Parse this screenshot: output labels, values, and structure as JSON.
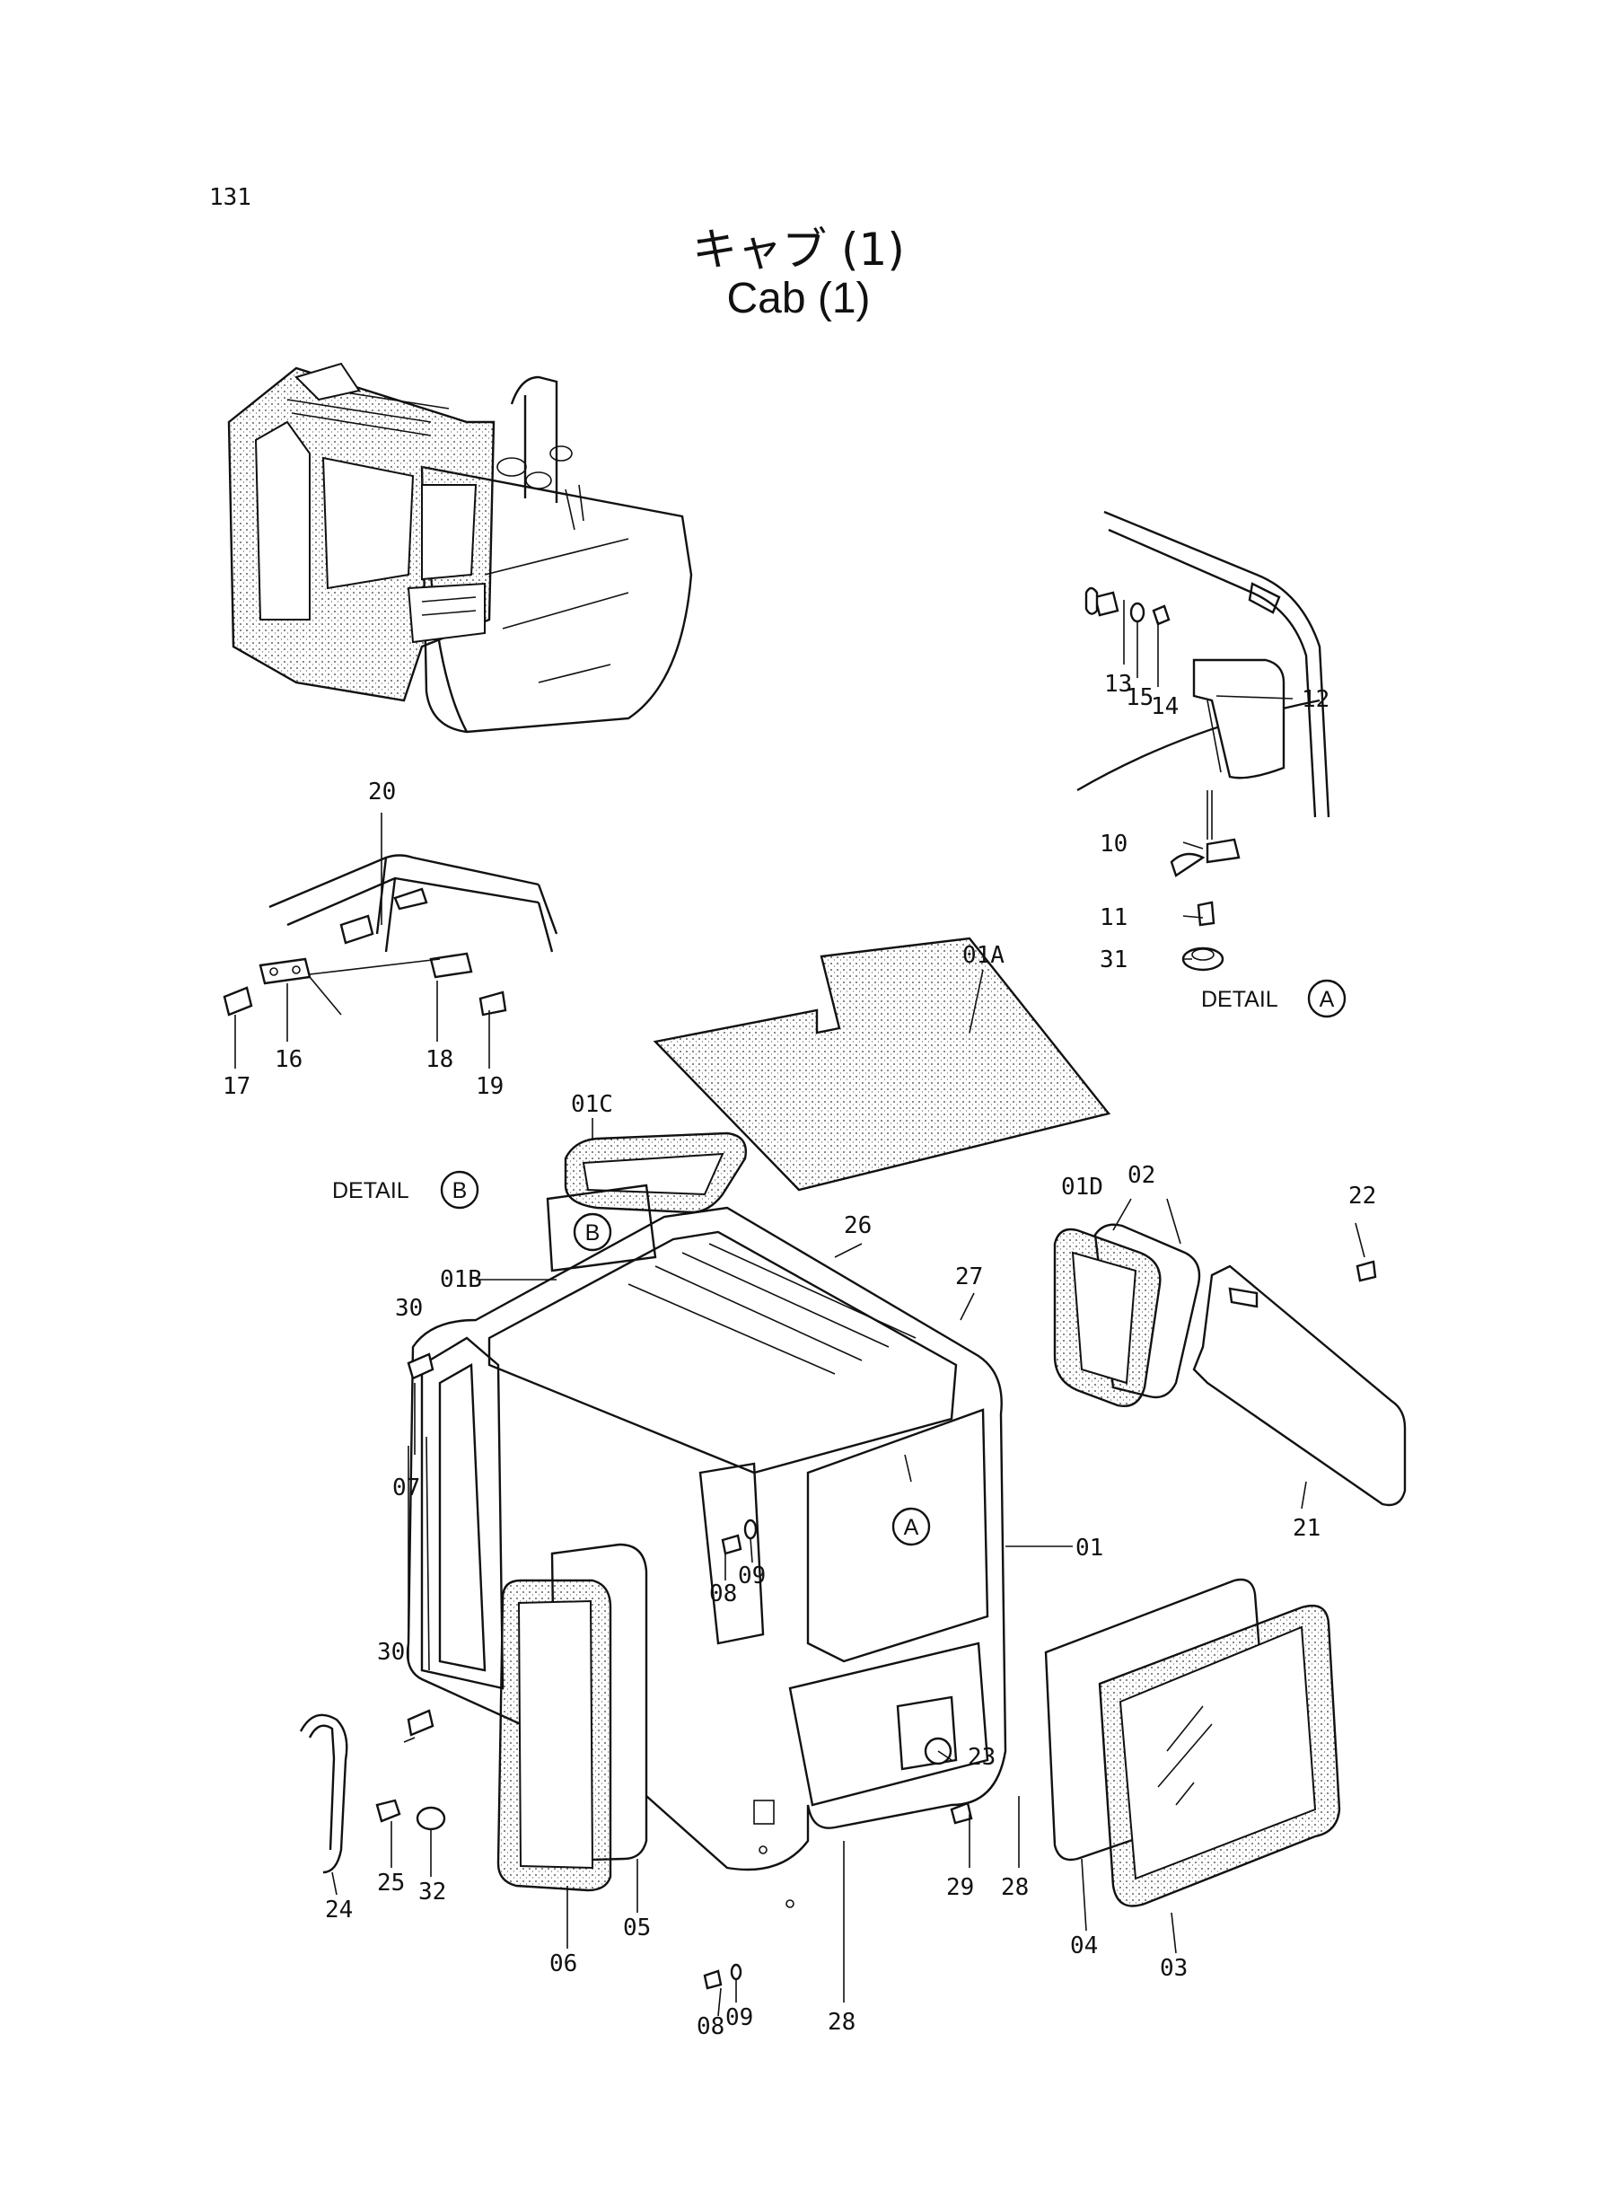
{
  "page_number": "131",
  "title_jp": "キャブ (1)",
  "title_en": "Cab (1)",
  "detail_a": {
    "label": "DETAIL",
    "letter": "A"
  },
  "detail_b": {
    "label": "DETAIL",
    "letter": "B"
  },
  "callouts": {
    "A": "A",
    "B": "B"
  },
  "parts": {
    "p01": "01",
    "p01A": "01A",
    "p01B": "01B",
    "p01C": "01C",
    "p01D": "01D",
    "p02": "02",
    "p03": "03",
    "p04": "04",
    "p05": "05",
    "p06": "06",
    "p07": "07",
    "p08a": "08",
    "p08b": "08",
    "p09a": "09",
    "p09b": "09",
    "p10": "10",
    "p11": "11",
    "p12": "12",
    "p13": "13",
    "p14": "14",
    "p15": "15",
    "p16": "16",
    "p17": "17",
    "p18": "18",
    "p19": "19",
    "p20": "20",
    "p21": "21",
    "p22": "22",
    "p23": "23",
    "p24": "24",
    "p25": "25",
    "p26": "26",
    "p27": "27",
    "p28a": "28",
    "p28b": "28",
    "p29": "29",
    "p30a": "30",
    "p30b": "30",
    "p31": "31",
    "p32": "32"
  }
}
